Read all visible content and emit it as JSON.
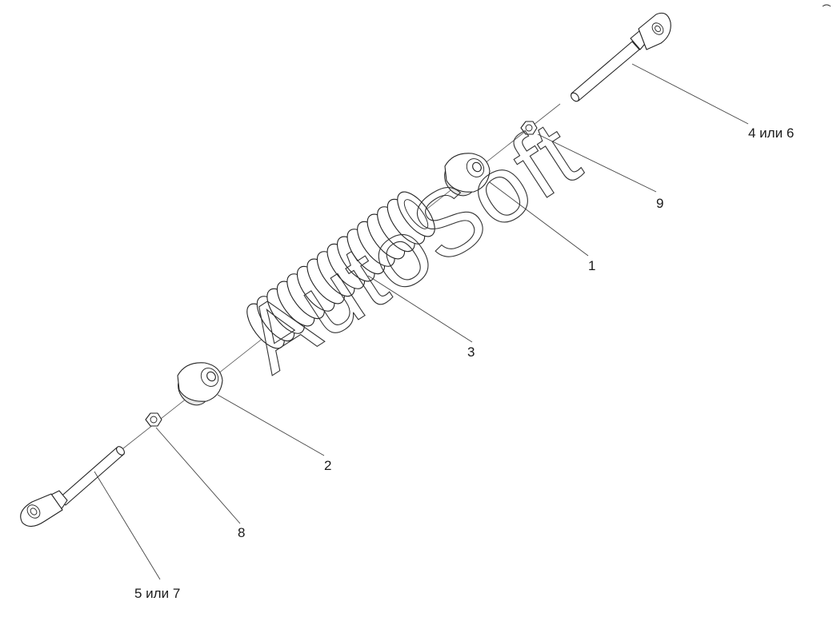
{
  "watermark": "AutoSoft",
  "callouts": {
    "c1": "1",
    "c2": "2",
    "c3": "3",
    "c4": "4 или 6",
    "c5": "5 или 7",
    "c8": "8",
    "c9": "9"
  },
  "colors": {
    "line": "#222222",
    "background": "#ffffff"
  },
  "icons": [
    "rod-eye-end-icon",
    "nut-icon",
    "spring-seat-icon",
    "coil-spring-icon"
  ]
}
